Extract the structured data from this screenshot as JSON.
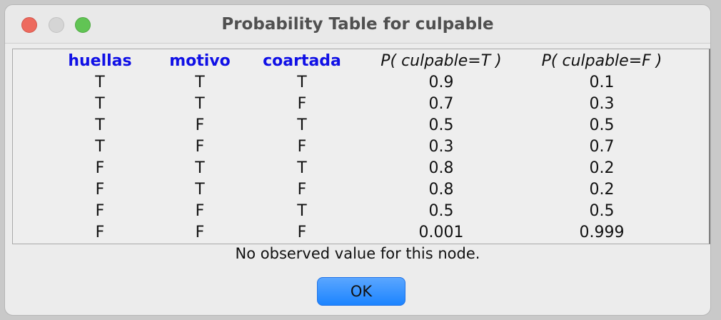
{
  "window": {
    "title": "Probability Table for culpable"
  },
  "table": {
    "headers": [
      "huellas",
      "motivo",
      "coartada",
      "P( culpable=T )",
      "P( culpable=F )"
    ],
    "rows": [
      [
        "T",
        "T",
        "T",
        "0.9",
        "0.1"
      ],
      [
        "T",
        "T",
        "F",
        "0.7",
        "0.3"
      ],
      [
        "T",
        "F",
        "T",
        "0.5",
        "0.5"
      ],
      [
        "T",
        "F",
        "F",
        "0.3",
        "0.7"
      ],
      [
        "F",
        "T",
        "T",
        "0.8",
        "0.2"
      ],
      [
        "F",
        "T",
        "F",
        "0.8",
        "0.2"
      ],
      [
        "F",
        "F",
        "T",
        "0.5",
        "0.5"
      ],
      [
        "F",
        "F",
        "F",
        "0.001",
        "0.999"
      ]
    ]
  },
  "status": {
    "message": "No observed value for this node."
  },
  "buttons": {
    "ok_label": "OK"
  },
  "colors": {
    "header_text": "#1010e6",
    "ok_button": "#1c84ff",
    "close_button": "#ed6a5e",
    "zoom_button": "#61c454"
  }
}
